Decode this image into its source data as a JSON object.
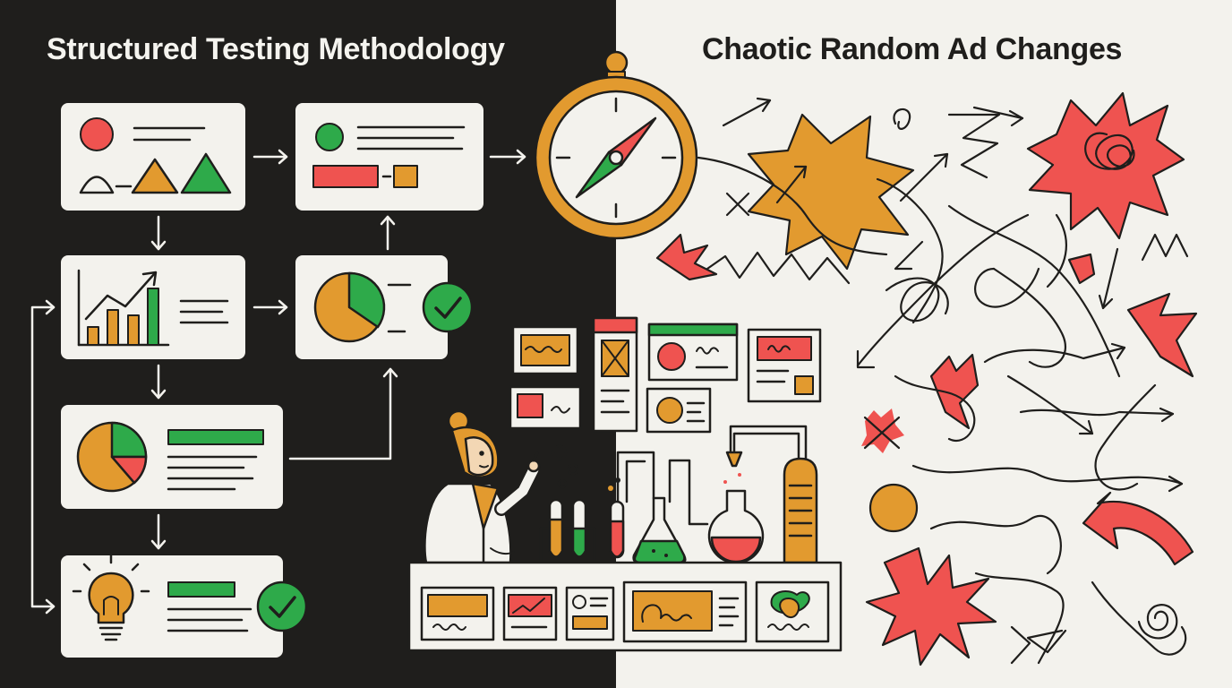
{
  "left_panel": {
    "title": "Structured Testing Methodology",
    "background": "#1f1e1c"
  },
  "right_panel": {
    "title": "Chaotic Random Ad Changes",
    "background": "#f3f2ed"
  },
  "palette": {
    "red": "#ef5350",
    "green": "#2eaa4a",
    "orange": "#e29a2f",
    "ink": "#1f1e1c",
    "card": "#f3f2ed"
  },
  "icons": [
    "compass-icon",
    "check-icon",
    "lightbulb-icon",
    "bar-chart-icon",
    "pie-chart-icon",
    "scientist-figure",
    "test-tube-icon",
    "flask-icon",
    "starburst-icon",
    "scribble-icon",
    "spiral-icon"
  ]
}
